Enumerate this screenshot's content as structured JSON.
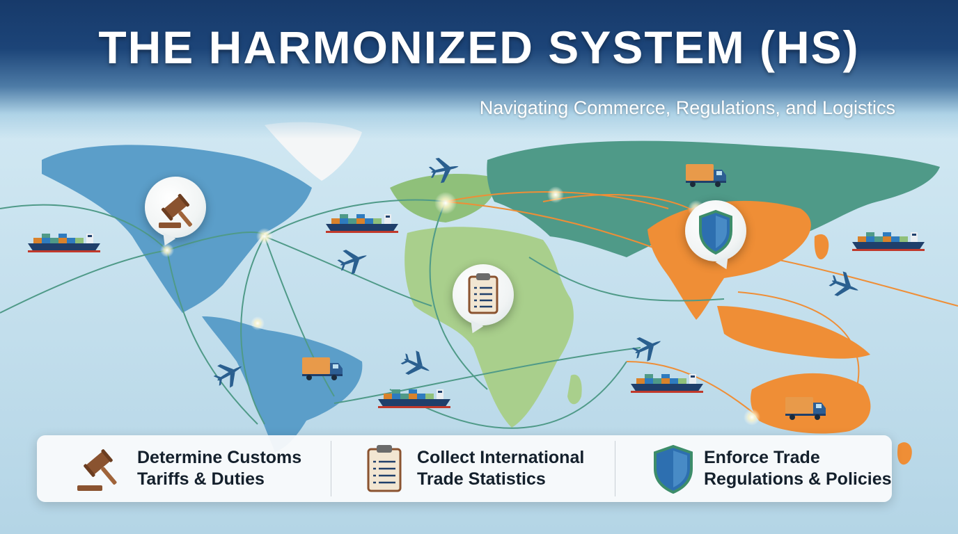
{
  "header": {
    "title": "THE HARMONIZED SYSTEM (HS)",
    "subtitle": "Navigating Commerce, Regulations, and Logistics"
  },
  "map": {
    "icons": [
      "gavel-icon",
      "clipboard-icon",
      "shield-icon",
      "airplane-icon",
      "cargo-ship-icon",
      "truck-icon"
    ]
  },
  "features": [
    {
      "line1": "Determine Customs",
      "line2": "Tariffs & Duties",
      "icon": "gavel-icon"
    },
    {
      "line1": "Collect International",
      "line2": "Trade Statistics",
      "icon": "clipboard-icon"
    },
    {
      "line1": "Enforce Trade",
      "line2": "Regulations & Policies",
      "icon": "shield-icon"
    }
  ],
  "colors": {
    "header": "#173a6a",
    "ocean": "#bfdcea",
    "americas": "#5b9ec9",
    "africa_europe": "#8fc07a",
    "asia": "#4f9a88",
    "highlight": "#ef8e36",
    "icon_navy": "#1f3f6b"
  }
}
